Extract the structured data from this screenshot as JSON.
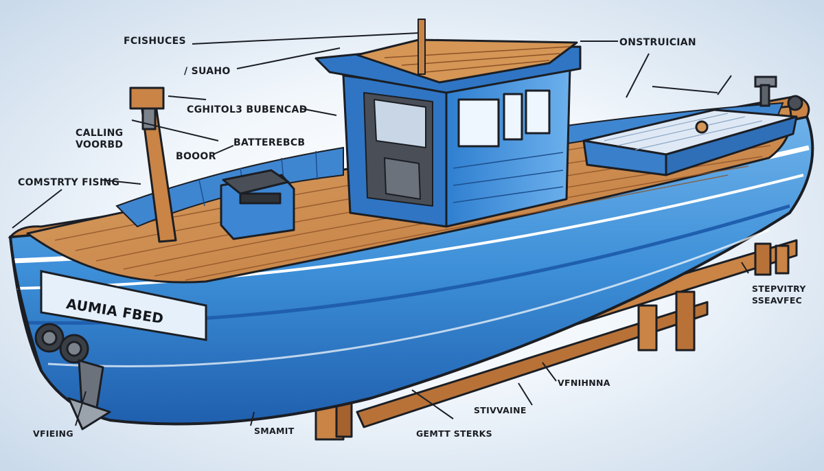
{
  "colors": {
    "hull_blue": "#3d8fd8",
    "hull_dark": "#1f5fae",
    "deck_wood": "#cf8a4c",
    "wood_dark": "#9a5a2a",
    "outline": "#1b1e24",
    "background": "#eef4fa"
  },
  "labels": {
    "fcishuces": "FCISHUCES",
    "suaho": "/ SUAHO",
    "cghitol_bubencad": "CGHITOL3 BUBENCAD",
    "calling_voorbd_1": "CALLING",
    "calling_voorbd_2": "VOORBD",
    "booor": "BOOOR",
    "batterebcb": "BATTEREBCB",
    "comstrty_fising": "COMSTRTY FISING",
    "onstruician": "ONSTRUICIAN",
    "stepvitry_1": "STEPVITRY",
    "stepvitry_2": "SSEAVFEC",
    "vfnihnna": "VFNIHNNA",
    "stivvaine": "STIVVAINE",
    "smamit": "SMAMIT",
    "gemtt_sterks": "GEMTT STERKS",
    "vfieng": "VFIEING",
    "hull_name": "AUMIA FBED"
  }
}
